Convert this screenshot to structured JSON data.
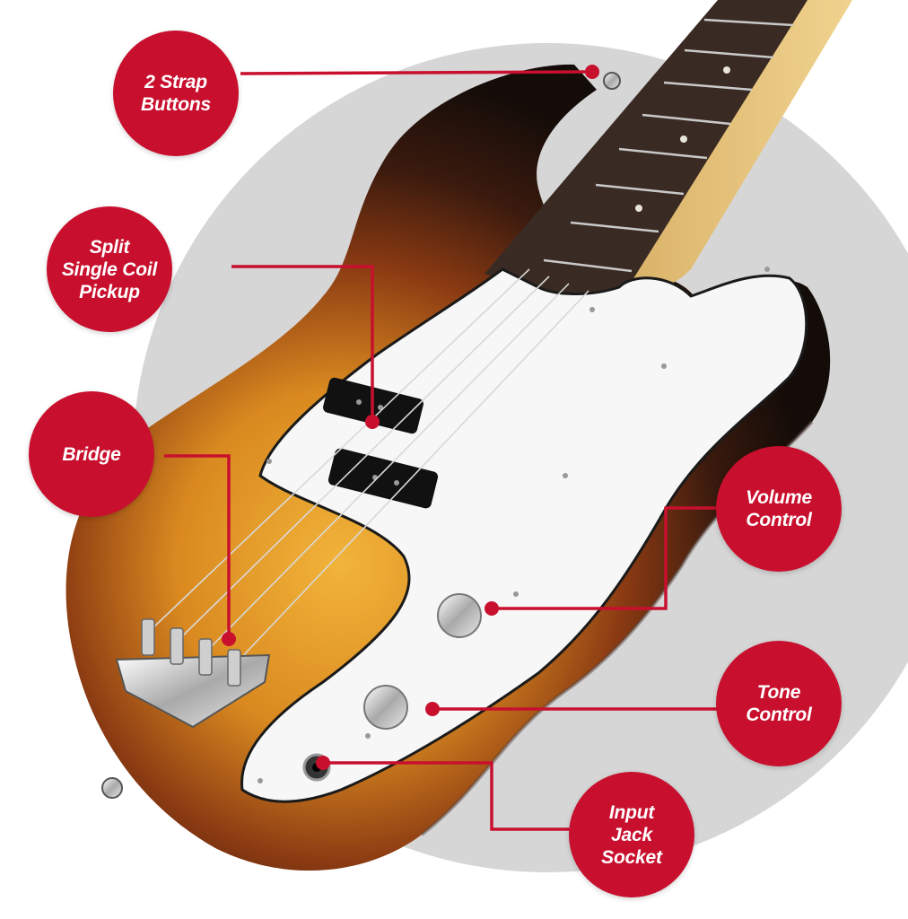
{
  "callouts": {
    "strap_buttons": "2 Strap\nButtons",
    "pickup": "Split\nSingle Coil\nPickup",
    "bridge": "Bridge",
    "volume": "Volume\nControl",
    "tone": "Tone\nControl",
    "jack": "Input\nJack\nSocket"
  },
  "colors": {
    "accent": "#c8102e",
    "backdrop_circle": "#d6d6d6",
    "pickguard": "#f7f7f7",
    "body_dark": "#1e1410",
    "sunburst_center": "#e8a22a",
    "fretboard": "#3a2a24",
    "maple_neck": "#e6c47a"
  }
}
